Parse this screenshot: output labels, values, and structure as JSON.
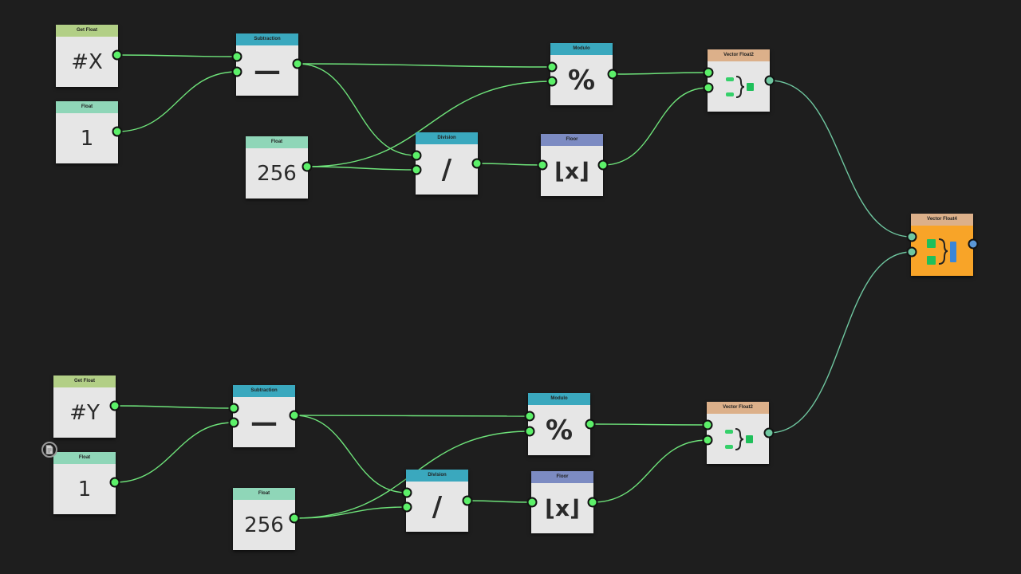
{
  "colors": {
    "background": "#1e1e1e",
    "wire": "#6ee37a",
    "wire_teal": "#6fc7a0",
    "port": "#5cf069",
    "port_output_vec4": "#5b97d6",
    "hdr_get_float": "#b2cf86",
    "hdr_float": "#8fd6b8",
    "hdr_math": "#3aa8be",
    "hdr_floor": "#7c8bc2",
    "hdr_vector": "#dcb08a",
    "vector4_body": "#f8a428"
  },
  "nodes": {
    "get_x": {
      "title": "Get Float",
      "value": "#X"
    },
    "float1_a": {
      "title": "Float",
      "value": "1"
    },
    "sub_a": {
      "title": "Subtraction",
      "symbol": "—"
    },
    "float256_a": {
      "title": "Float",
      "value": "256"
    },
    "div_a": {
      "title": "Division",
      "symbol": "/"
    },
    "mod_a": {
      "title": "Modulo",
      "symbol": "%"
    },
    "floor_a": {
      "title": "Floor",
      "symbol": "⌊x⌋"
    },
    "vec2_a": {
      "title": "Vector Float2",
      "icon": "vector-merge-icon"
    },
    "vec4": {
      "title": "Vector Float4",
      "icon": "vector4-merge-icon"
    },
    "get_y": {
      "title": "Get Float",
      "value": "#Y"
    },
    "float1_b": {
      "title": "Float",
      "value": "1"
    },
    "sub_b": {
      "title": "Subtraction",
      "symbol": "—"
    },
    "float256_b": {
      "title": "Float",
      "value": "256"
    },
    "div_b": {
      "title": "Division",
      "symbol": "/"
    },
    "mod_b": {
      "title": "Modulo",
      "symbol": "%"
    },
    "floor_b": {
      "title": "Floor",
      "symbol": "⌊x⌋"
    },
    "vec2_b": {
      "title": "Vector Float2",
      "icon": "vector-merge-icon"
    }
  },
  "overlay": {
    "icon": "document-icon"
  }
}
